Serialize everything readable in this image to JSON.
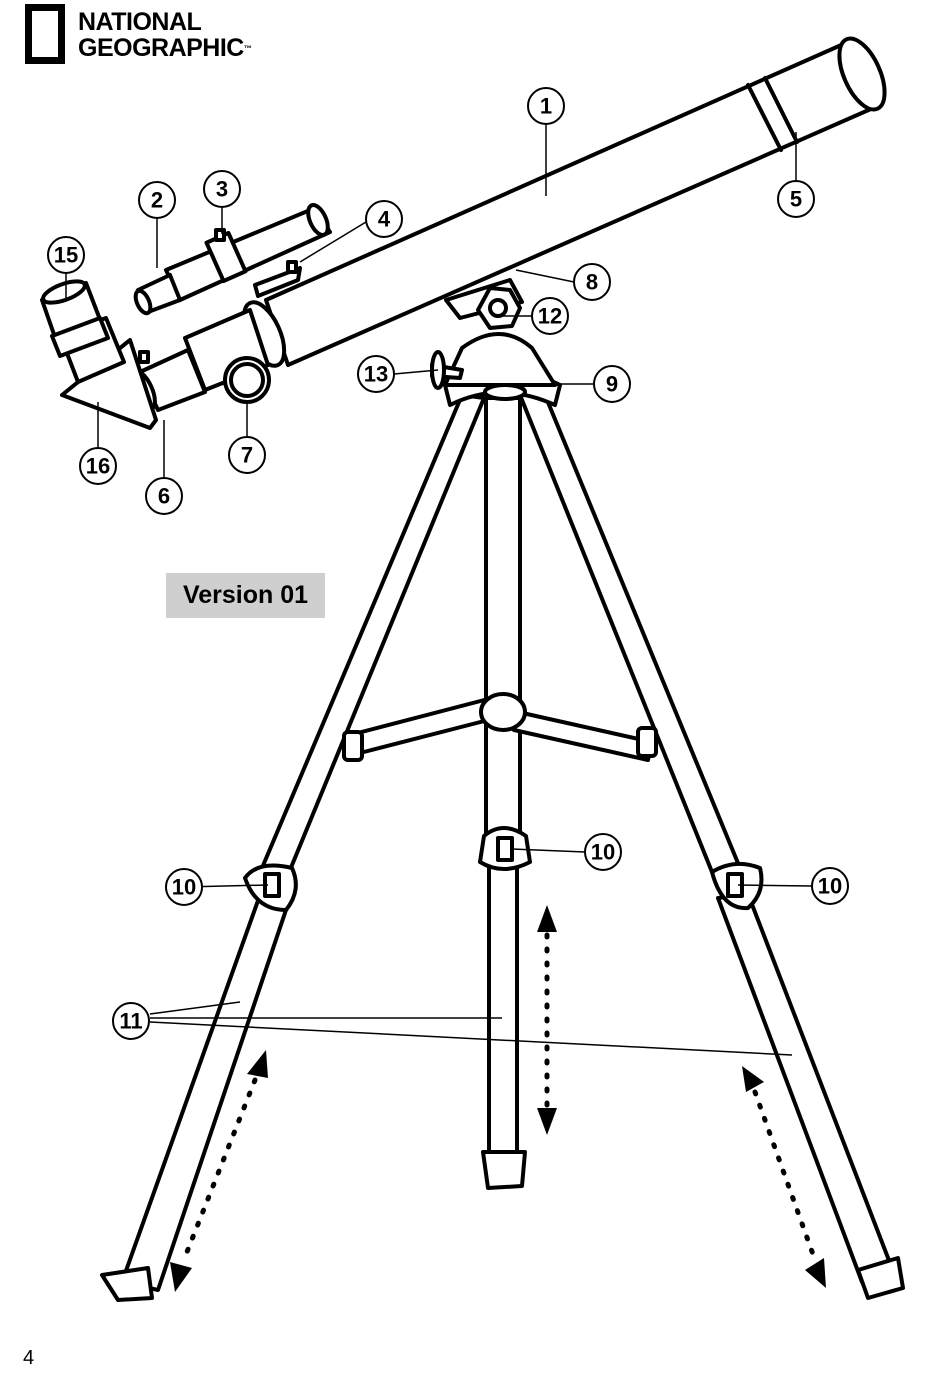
{
  "logo": {
    "line1": "NATIONAL",
    "line2": "GEOGRAPHIC",
    "tm": "™"
  },
  "version_label": "Version 01",
  "page_number": "4",
  "callouts": {
    "c1": "1",
    "c2": "2",
    "c3": "3",
    "c4": "4",
    "c5": "5",
    "c6": "6",
    "c7": "7",
    "c8": "8",
    "c9": "9",
    "c10a": "10",
    "c10b": "10",
    "c10c": "10",
    "c11": "11",
    "c12": "12",
    "c13": "13",
    "c15": "15",
    "c16": "16"
  }
}
